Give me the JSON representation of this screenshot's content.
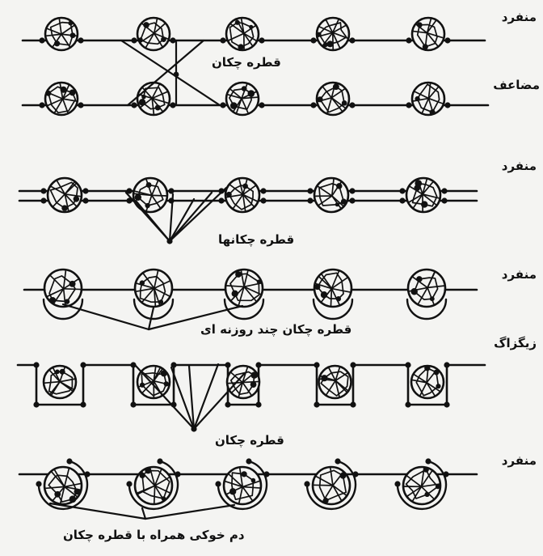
{
  "labels": {
    "row1_side": "منفرد",
    "row1_caption": "قطره چکان",
    "row2_side": "مضاعف",
    "row3_side": "منفرد",
    "row3_caption": "قطره چکانها",
    "row4_side": "منفرد",
    "row4_caption": "قطره چکان چند روزنه ای",
    "row5_side": "زیگزاگ",
    "row5_caption": "قطره چکان",
    "row6_side": "منفرد",
    "row6_caption": "دم خوکی همراه با قطره چکان"
  },
  "icons": {
    "emitter": "dripper-wheel-icon",
    "pipe": "lateral-pipe-line"
  },
  "colors": {
    "ink": "#111111",
    "paper": "#f4f4f2"
  }
}
